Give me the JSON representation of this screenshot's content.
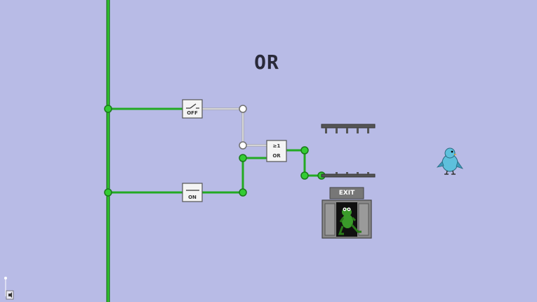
{
  "level": {
    "title": "OR"
  },
  "switches": [
    {
      "id": "top",
      "label": "OFF",
      "state": "off"
    },
    {
      "id": "bottom",
      "label": "ON",
      "state": "on"
    }
  ],
  "gate": {
    "top_label": "≥1",
    "bottom_label": "OR"
  },
  "exit": {
    "label": "EXIT"
  },
  "colors": {
    "background": "#b8bbe6",
    "wire_on": "#22aa22",
    "wire_off": "#d0d0d0",
    "node_on": "#33cc33",
    "panel": "#808080"
  },
  "icons": {
    "player": "blue-bird-icon",
    "exit_occupant": "green-frog-icon"
  }
}
